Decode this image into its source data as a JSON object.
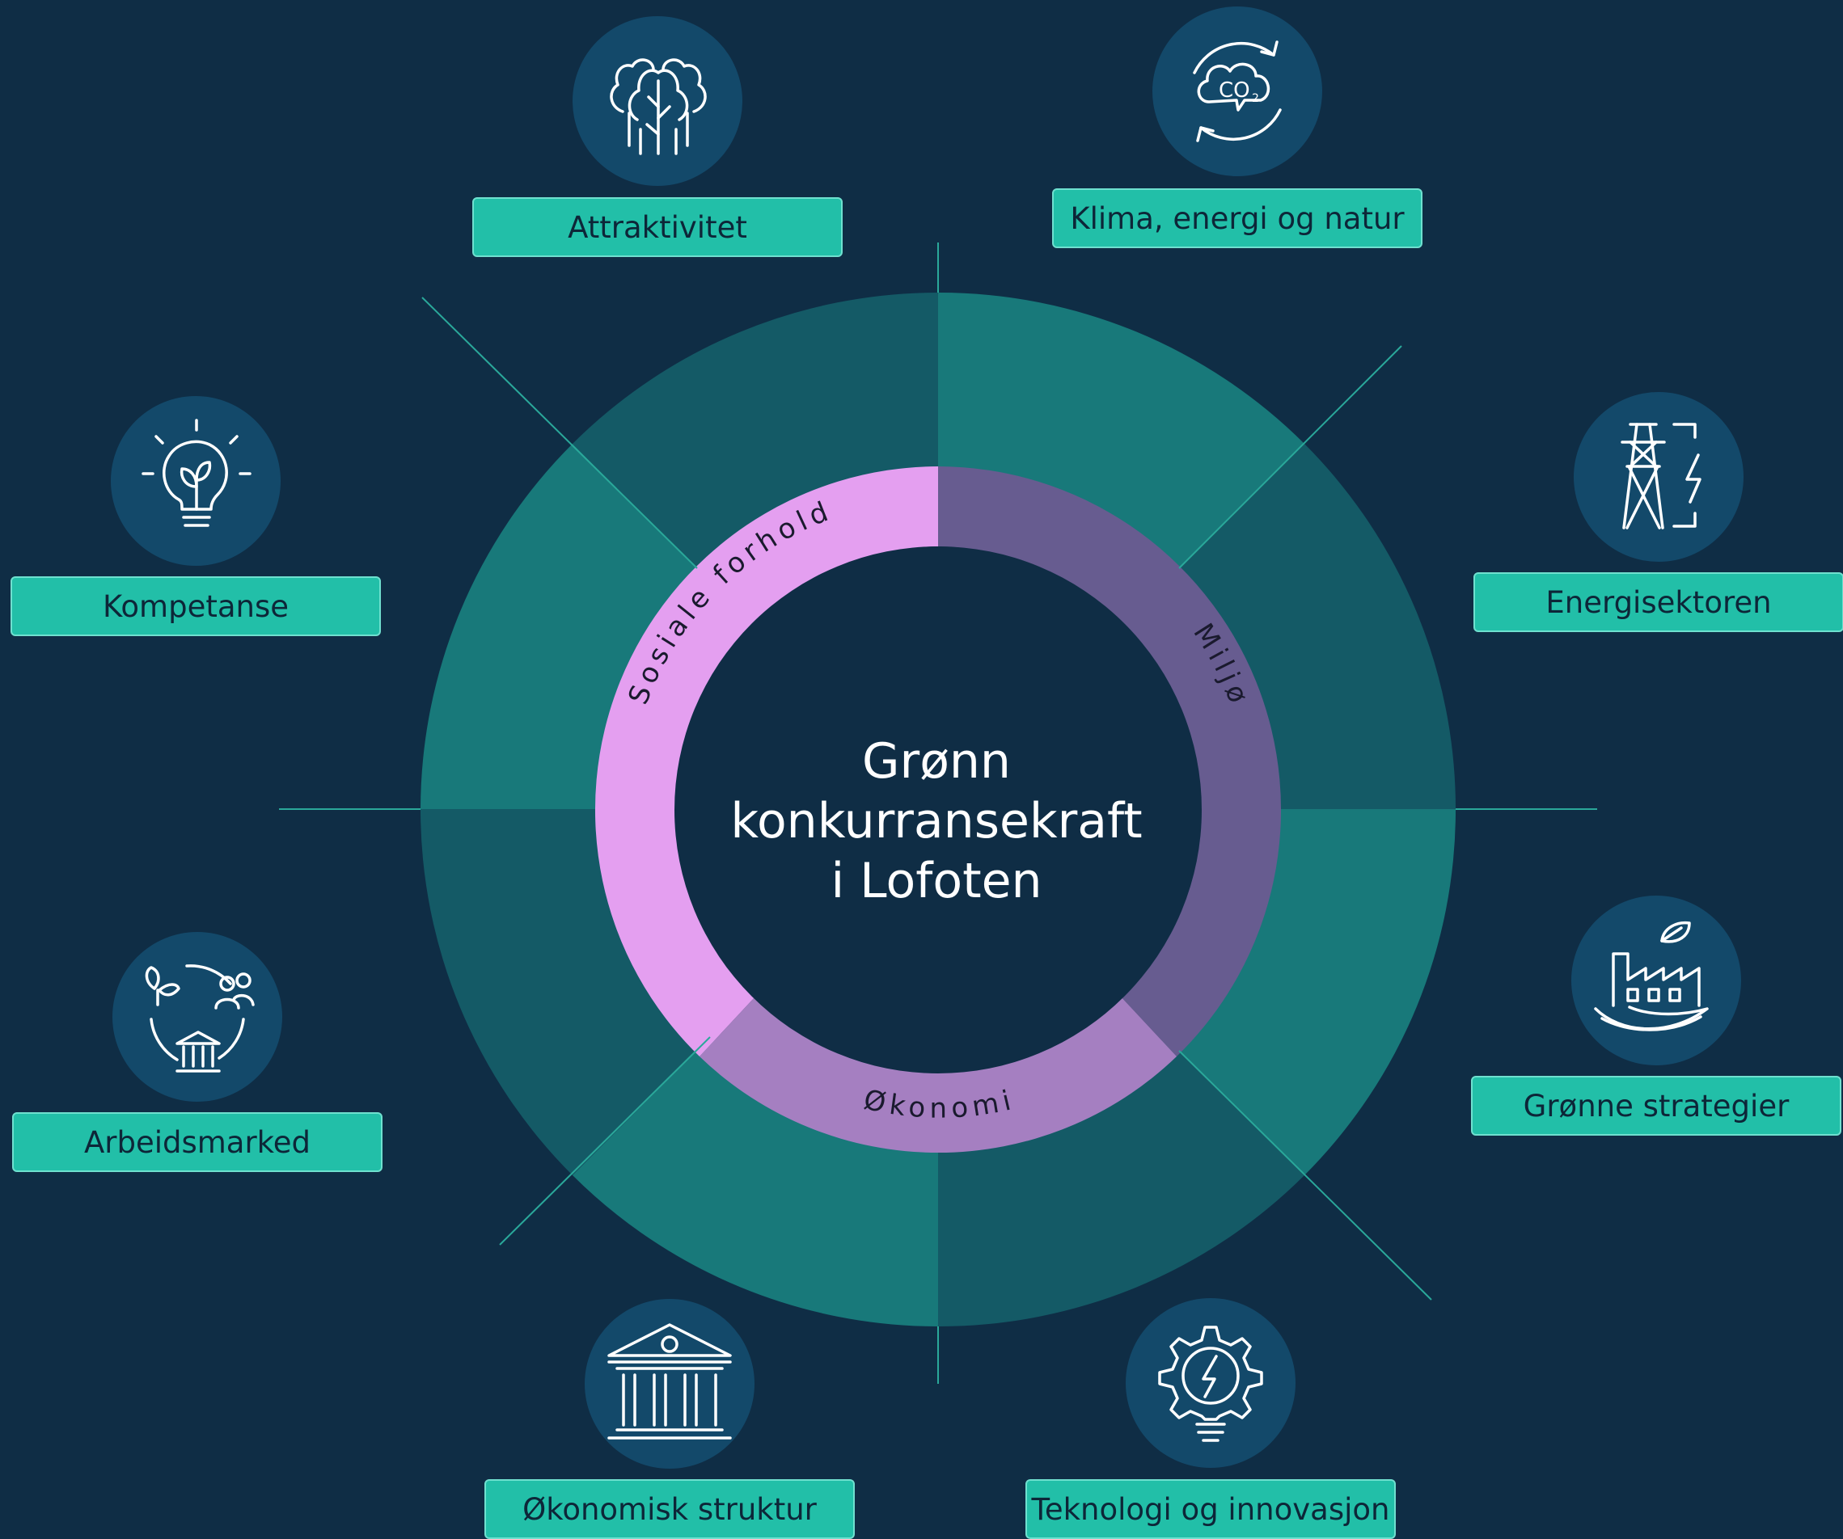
{
  "center": {
    "line1": "Grønn",
    "line2": "konkurransekraft",
    "line3": "i Lofoten"
  },
  "pillars": [
    {
      "label": "Sosiale forhold",
      "color": "#e49ff0"
    },
    {
      "label": "Miljø",
      "color": "#675c90"
    },
    {
      "label": "Økonomi",
      "color": "#a57fc1"
    }
  ],
  "themes": [
    {
      "label": "Attraktivitet",
      "icon": "trees-icon"
    },
    {
      "label": "Klima, energi og natur",
      "icon": "co2-cycle-icon"
    },
    {
      "label": "Kompetanse",
      "icon": "lightbulb-leaf-icon"
    },
    {
      "label": "Energisektoren",
      "icon": "power-tower-icon"
    },
    {
      "label": "Arbeidsmarked",
      "icon": "economy-cycle-icon"
    },
    {
      "label": "Grønne strategier",
      "icon": "green-factory-icon"
    },
    {
      "label": "Økonomisk struktur",
      "icon": "bank-building-icon"
    },
    {
      "label": "Teknologi og innovasjon",
      "icon": "gear-bolt-icon"
    }
  ],
  "colors": {
    "background": "#0f2d45",
    "ring_light": "#18797a",
    "ring_dark": "#145a66",
    "label_fill": "#22bfa8",
    "icon_circle": "#13496a"
  }
}
